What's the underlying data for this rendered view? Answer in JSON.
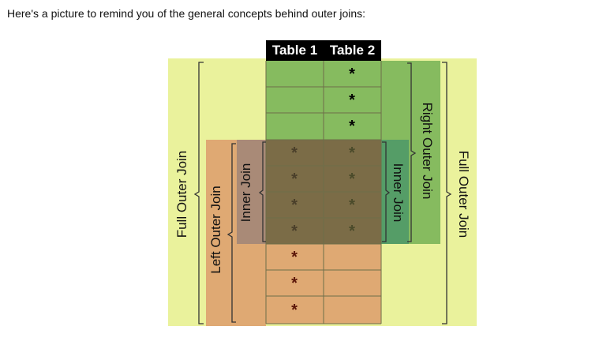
{
  "intro_text": "Here's a picture to remind you of the general concepts behind outer joins:",
  "tables": {
    "table1": "Table 1",
    "table2": "Table 2"
  },
  "labels": {
    "full_outer_left": "Full Outer Join",
    "left_outer": "Left Outer Join",
    "inner_left": "Inner Join",
    "inner_right": "Inner Join",
    "right_outer": "Right Outer Join",
    "full_outer_right": "Full Outer Join"
  },
  "star_symbol": "*",
  "colors": {
    "full_outer": "#eaf29c",
    "right_outer": "#86bb5f",
    "left_outer": "#dfa973",
    "inner_left": "#a98a77",
    "inner_right": "#559d67",
    "intersection": "#7b6c47",
    "table2_only": "#86bb5f",
    "table1_only": "#dfa973",
    "grid_line": "#6e6e4a"
  },
  "rows": {
    "table2_only": [
      {
        "t2": "*"
      },
      {
        "t2": "*"
      },
      {
        "t2": "*"
      }
    ],
    "matched": [
      {
        "t1": "*",
        "t2": "*"
      },
      {
        "t1": "*",
        "t2": "*"
      },
      {
        "t1": "*",
        "t2": "*"
      },
      {
        "t1": "*",
        "t2": "*"
      }
    ],
    "table1_only": [
      {
        "t1": "*"
      },
      {
        "t1": "*"
      },
      {
        "t1": "*"
      }
    ]
  }
}
